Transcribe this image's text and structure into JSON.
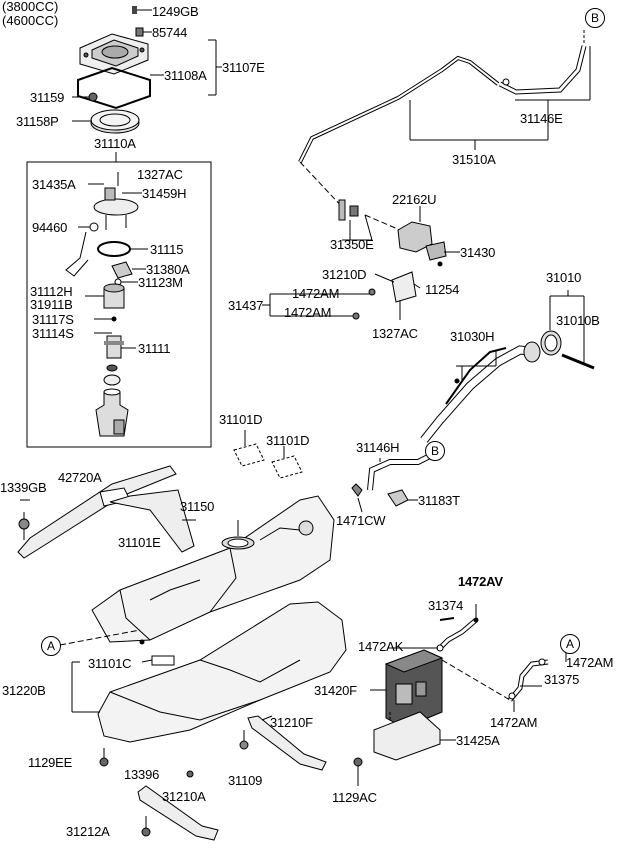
{
  "header": [
    "(3800CC)",
    "(4600CC)"
  ],
  "labels": {
    "l1249GB": "1249GB",
    "l85744": "85744",
    "l31107E": "31107E",
    "l31108A": "31108A",
    "l31159": "31159",
    "l31158P": "31158P",
    "l31110A": "31110A",
    "l1327AC_a": "1327AC",
    "l31435A": "31435A",
    "l31459H": "31459H",
    "l94460": "94460",
    "l31115": "31115",
    "l31380A": "31380A",
    "l31123M": "31123M",
    "l31112H": "31112H",
    "l31911B": "31911B",
    "l31117S": "31117S",
    "l31114S": "31114S",
    "l31111": "31111",
    "l31146E": "31146E",
    "l31510A": "31510A",
    "l22162U": "22162U",
    "l31350E": "31350E",
    "l31430": "31430",
    "l31210D": "31210D",
    "l11254": "11254",
    "l31437": "31437",
    "l1472AM_a": "1472AM",
    "l1472AM_b": "1472AM",
    "l1327AC_b": "1327AC",
    "l31010": "31010",
    "l31010B": "31010B",
    "l31030H": "31030H",
    "l31101D_a": "31101D",
    "l31101D_b": "31101D",
    "l31146H": "31146H",
    "l31183T": "31183T",
    "l1471CW": "1471CW",
    "l1339GB": "1339GB",
    "l42720A": "42720A",
    "l31150": "31150",
    "l31101E": "31101E",
    "l1472AV": "1472AV",
    "l31374": "31374",
    "l1472AK": "1472AK",
    "l1472AM_c": "1472AM",
    "l31375": "31375",
    "l31101C": "31101C",
    "l31220B": "31220B",
    "l31420F": "31420F",
    "l1472AM_d": "1472AM",
    "l31425A": "31425A",
    "l1129EE": "1129EE",
    "l13396": "13396",
    "l31210F": "31210F",
    "l31109": "31109",
    "l1129AC": "1129AC",
    "l31210A": "31210A",
    "l31212A": "31212A"
  },
  "refs": {
    "B": "B",
    "A": "A"
  }
}
